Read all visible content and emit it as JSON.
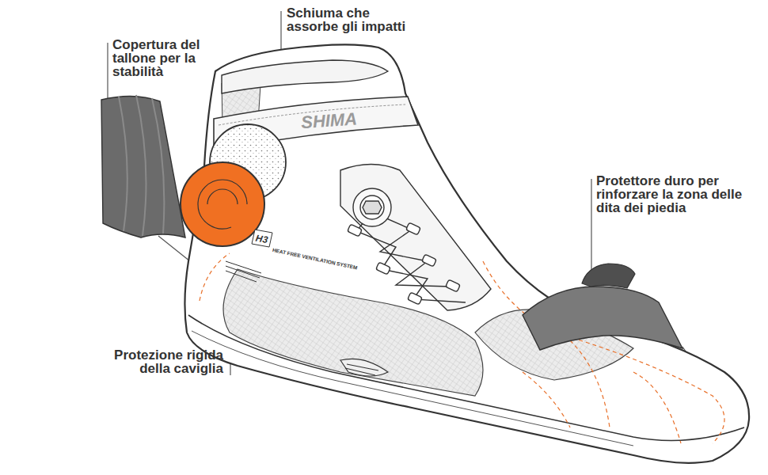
{
  "diagram": {
    "labels": [
      "Schiuma che assorbe gli impatti",
      "Copertura del tallone per la stabilità",
      "SHIMA",
      "Protettore duro per rinforzare la zona delle dita dei piedia",
      "H3",
      "HEAT FREE VENTILATION SYSTEM",
      "Protezione rigida della caviglia"
    ]
  }
}
